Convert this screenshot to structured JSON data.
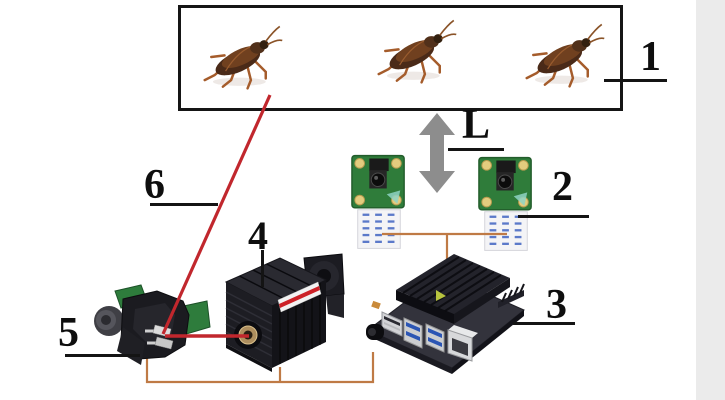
{
  "figure": {
    "labels": {
      "arena": "1",
      "camera_pair": "2",
      "compute_board": "3",
      "laser_module": "4",
      "galvo_scanner": "5",
      "laser_beam": "6",
      "camera_distance": "L"
    },
    "colors": {
      "laser_beam": "#c1272d",
      "wiring": "#bf7a45",
      "distance_arrow": "#8d8d8d",
      "camera_pcb": "#2f7c3a",
      "outline": "#151515"
    },
    "images": {
      "insect": "cockroach-image",
      "camera": "pi-camera-module-image",
      "board": "jetson-dev-board-image",
      "laser": "laser-diode-module-image",
      "galvo": "galvo-mirror-image"
    }
  }
}
